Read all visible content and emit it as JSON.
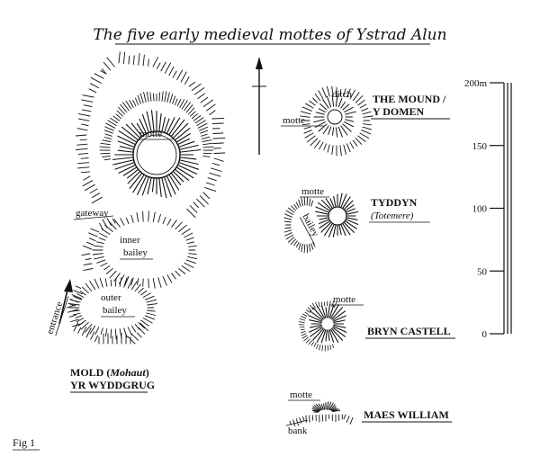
{
  "title": "The five early medieval mottes of Ystrad Alun",
  "figure_label": "Fig 1",
  "mold": {
    "name_line1_prefix": "MOLD (",
    "name_line1_italic": "Mohaut",
    "name_line1_suffix": ")",
    "name_line2": "YR WYDDGRUG",
    "labels": {
      "motte": "motte",
      "gateway": "gateway",
      "inner_bailey_1": "inner",
      "inner_bailey_2": "bailey",
      "outer_bailey_1": "outer",
      "outer_bailey_2": "bailey",
      "entrance": "entrance"
    }
  },
  "the_mound": {
    "name_line1": "THE MOUND /",
    "name_line2": "Y DOMEN",
    "labels": {
      "ditch": "ditch",
      "motte": "motte"
    }
  },
  "tyddyn": {
    "name": "TYDDYN",
    "alt_name": "(Totemere)",
    "labels": {
      "motte": "motte",
      "bailey": "bailey"
    }
  },
  "bryn_castell": {
    "name": "BRYN CASTELL",
    "labels": {
      "motte": "motte"
    }
  },
  "maes_william": {
    "name": "MAES WILLIAM",
    "labels": {
      "motte": "motte",
      "bank": "bank"
    }
  },
  "scale": {
    "ticks": [
      {
        "value": 0,
        "label": "0"
      },
      {
        "value": 50,
        "label": "50"
      },
      {
        "value": 100,
        "label": "100"
      },
      {
        "value": 150,
        "label": "150"
      },
      {
        "value": 200,
        "label": "200m"
      }
    ]
  }
}
